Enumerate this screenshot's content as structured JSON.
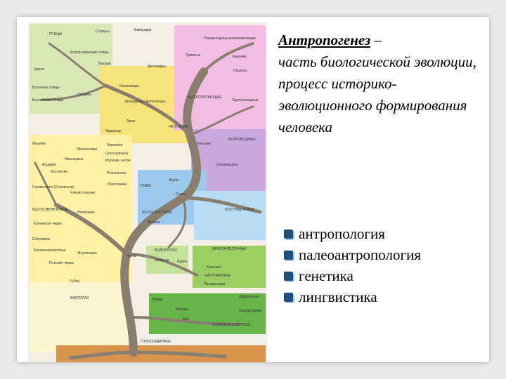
{
  "colors": {
    "background": "#e9e9e9",
    "slide": "#ffffff",
    "bullet": "#1e4f7a",
    "trunk": "#8a7f6f"
  },
  "image": {
    "description_icon": "tree-of-life-illustration",
    "labels": [
      "ПТИЦЫ",
      "Страусы",
      "Зимородки",
      "Водоплавающие птицы",
      "Цапли",
      "Вьюрки",
      "Бескилевые птицы",
      "Гоацины",
      "Болотные птицы",
      "Динозавры",
      "Ихтиозавры",
      "Крокодилы / Аллигаторы",
      "Змеи",
      "Ящерицы",
      "Черепахи",
      "РЕПТИЛИИ",
      "Стегоцефалы",
      "Морские лилии",
      "Плеченогие",
      "Оболочники",
      "Асцидии",
      "Мшанки",
      "Многоножки",
      "Насекомые",
      "Моллюски",
      "Членистоногие",
      "Головоногие (Осьминоги)",
      "БЕСПОЗВОНОЧНЫЕ",
      "Иглокожие",
      "Кишечнополостные",
      "Кольчатые черви",
      "Плоские черви",
      "Споровики",
      "Жгутиковые",
      "Губки",
      "Грибы",
      "ВОДОРОСЛИ",
      "МНОГОКЛЕТОЧНЫЕ",
      "ГАПЛОФАЗНЫЕ",
      "Зелёные",
      "Бурые",
      "Красные",
      "Папоротники",
      "Хвощи",
      "Плауны",
      "Двудольные",
      "Однодольные",
      "ПОКРЫТОСЕМЕННЫЕ",
      "ГОЛОСЕМЕННЫЕ",
      "Мхи",
      "БАКТЕРИИ",
      "Плацентарные млекопитающие",
      "Приматы",
      "Хищники",
      "Грызуны",
      "МЛЕКОПИТАЮЩИЕ",
      "Однопроходные",
      "ЗЕМНОВОДНЫЕ",
      "Лягушки",
      "Саламандры",
      "РЫБЫ",
      "Акулы",
      "Скаты",
      "КОСТНЫЕ РЫБЫ",
      "БЕСЧЕЛЮСТНЫЕ",
      "Миноги"
    ]
  },
  "title": {
    "main": "Антропогенез",
    "dash": " –",
    "subtitle": "часть биологической эволюции, процесс историко-эволюционного формирования человека"
  },
  "topics": [
    "антропология",
    "палеоантропология",
    "генетика",
    "лингвистика"
  ]
}
